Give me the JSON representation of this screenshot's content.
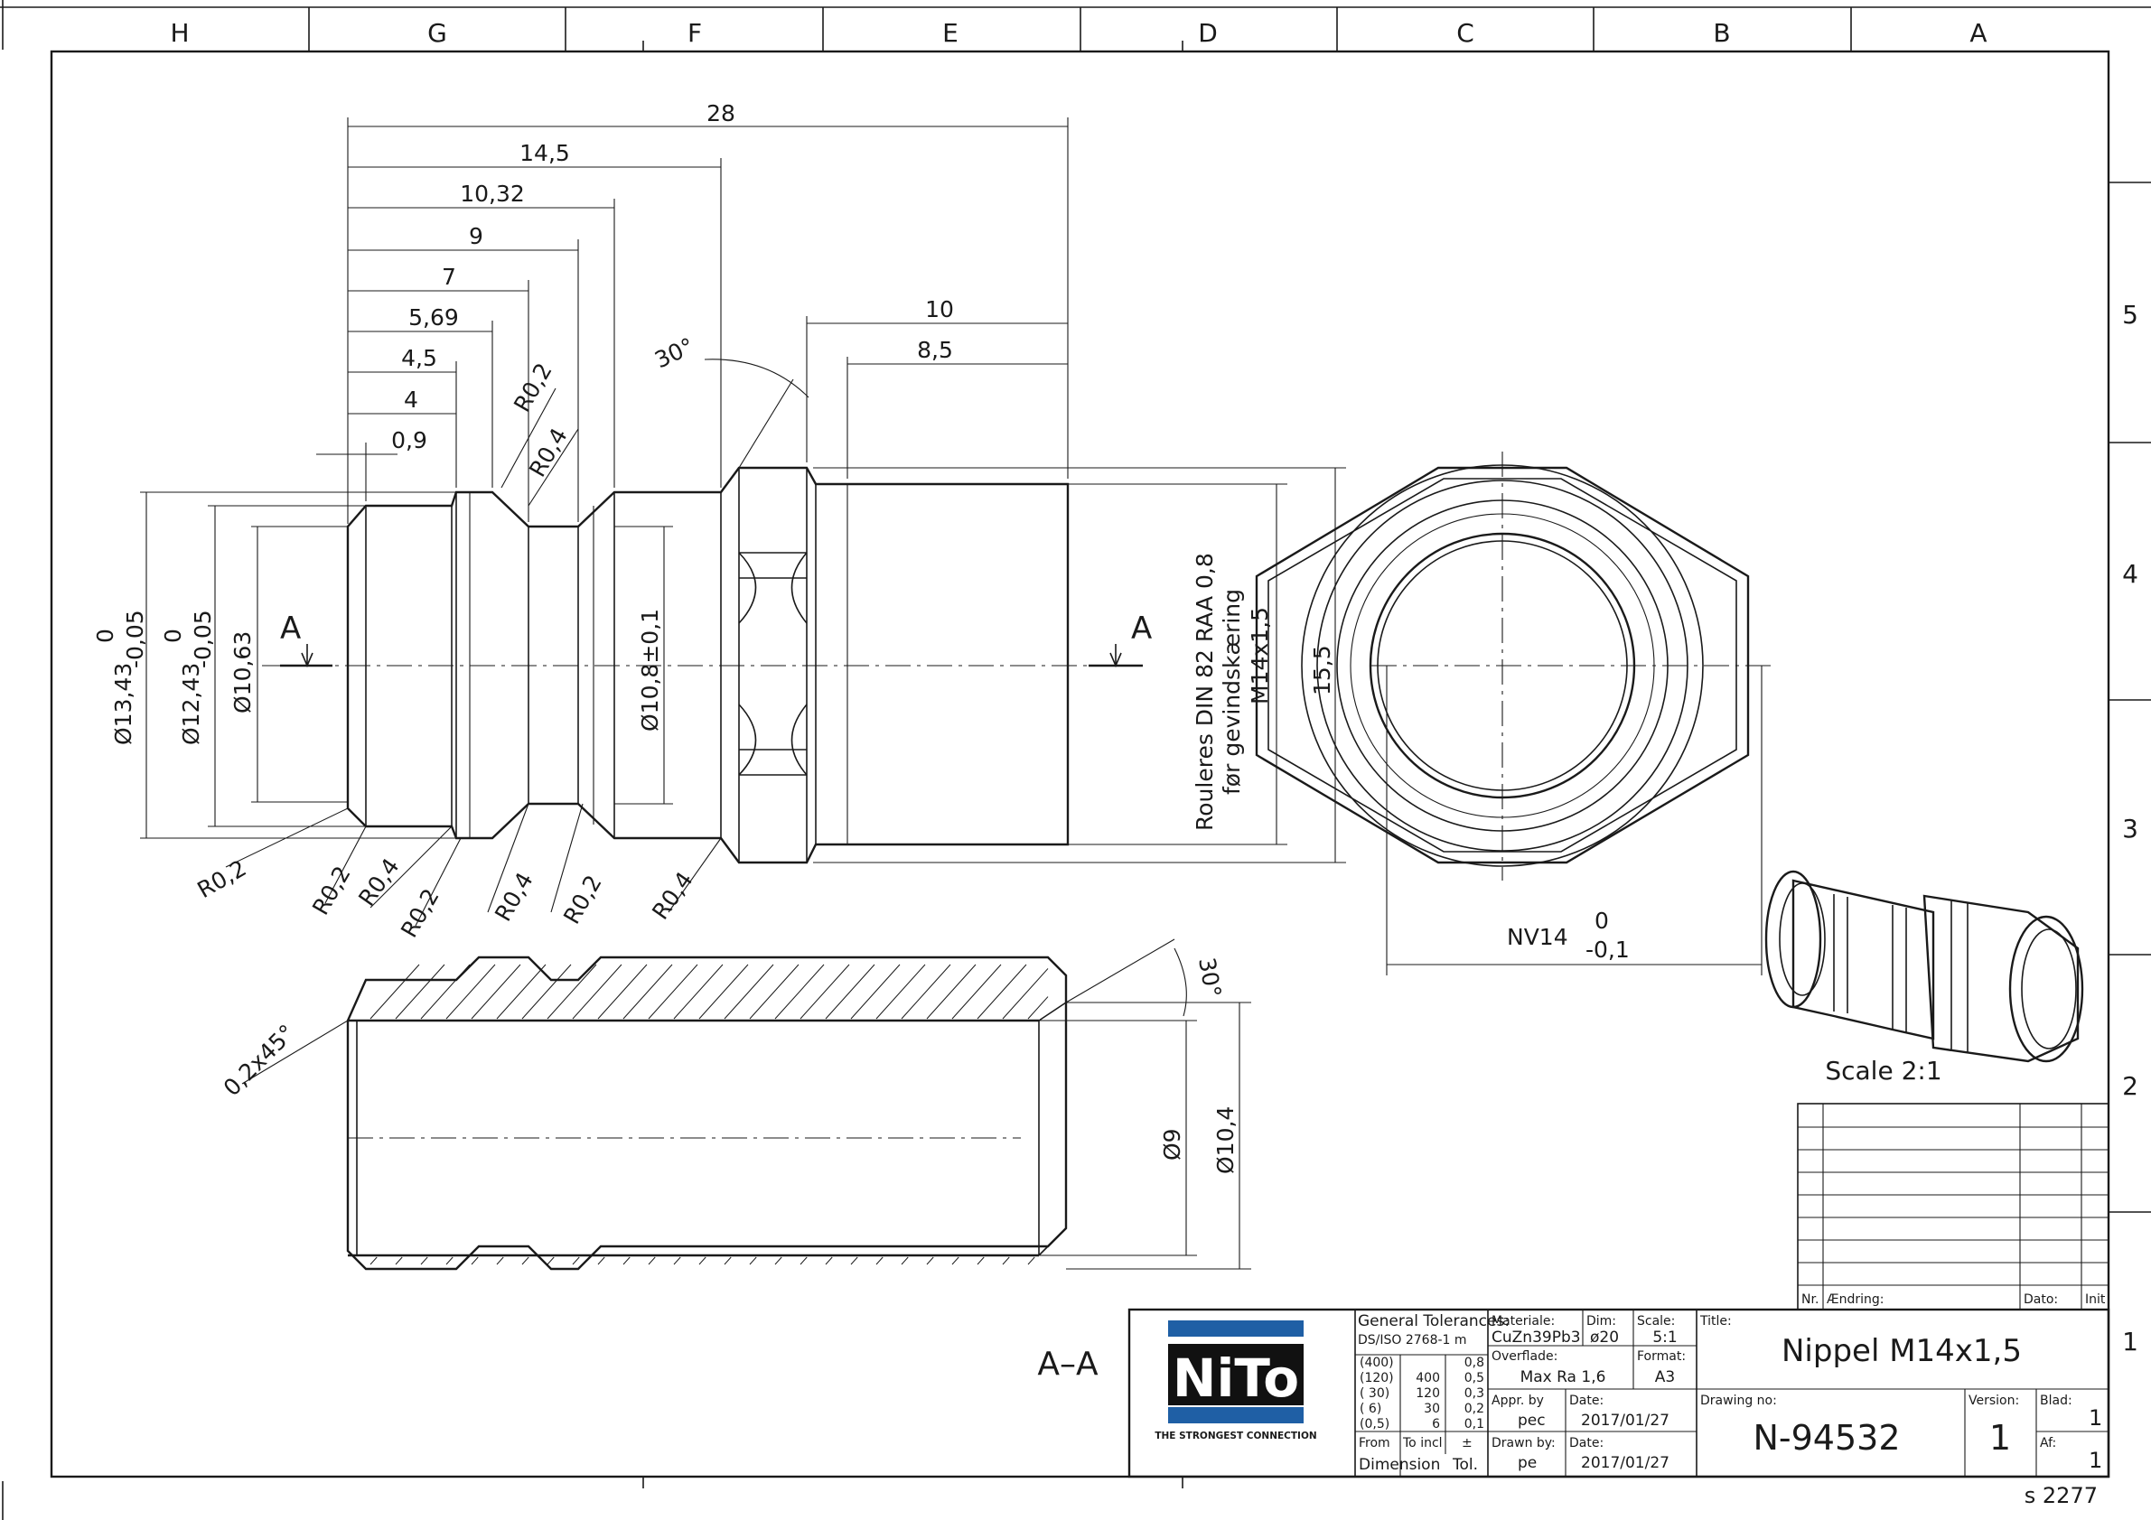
{
  "sheet": {
    "grid_columns": [
      "H",
      "G",
      "F",
      "E",
      "D",
      "C",
      "B",
      "A"
    ],
    "grid_rows": [
      "5",
      "4",
      "3",
      "2",
      "1"
    ],
    "sheet_code": "s 2277"
  },
  "side_view": {
    "dimensions_horizontal": [
      "28",
      "14,5",
      "10,32",
      "9",
      "7",
      "5,69",
      "4,5",
      "4",
      "0,9",
      "10",
      "8,5"
    ],
    "angle": "30°",
    "radii_top": [
      "R0,2",
      "R0,4"
    ],
    "radii_bottom": [
      "R0,2",
      "R0,2",
      "R0,4",
      "R0,2",
      "R0,4",
      "R0,2",
      "R0,4"
    ],
    "dia_13": "Ø13,43",
    "dia_13_tol_upper": "0",
    "dia_13_tol_lower": "-0,05",
    "dia_12": "Ø12,43",
    "dia_12_tol_upper": "0",
    "dia_12_tol_lower": "-0,05",
    "dia_10_63": "Ø10,63",
    "dia_10_8": "Ø10,8±0,1",
    "dia_15_5": "15,5",
    "section_marker": "A",
    "note_line1": "Rouleres DIN 82 RAA 0,8",
    "note_line2": "før gevindskæring",
    "note_line3": "M14x1,5"
  },
  "end_view": {
    "nv_label": "NV14",
    "nv_tol_upper": "0",
    "nv_tol_lower": "-0,1"
  },
  "iso_view": {
    "scale_label": "Scale 2:1"
  },
  "section_view": {
    "chamfer": "0,2x45°",
    "angle": "30°",
    "dia_9": "Ø9",
    "dia_10_4": "Ø10,4",
    "label": "A–A"
  },
  "revision_table": {
    "col_nr": "Nr.",
    "col_change": "Ændring:",
    "col_date": "Dato:",
    "col_init": "Init"
  },
  "title_block": {
    "logo_text": "NiTo",
    "logo_tagline": "THE STRONGEST CONNECTION",
    "gen_tol_label": "General Tolerances:",
    "gen_tol_std": "DS/ISO 2768-1 m",
    "tol_rows": [
      {
        "from": "(400)",
        "to": "",
        "tol": "0,8"
      },
      {
        "from": "(120)",
        "to": "400",
        "tol": "0,5"
      },
      {
        "from": "( 30)",
        "to": "120",
        "tol": "0,3"
      },
      {
        "from": "( 6)",
        "to": "30",
        "tol": "0,2"
      },
      {
        "from": "(0,5)",
        "to": "6",
        "tol": "0,1"
      }
    ],
    "from_label": "From",
    "to_label": "To incl",
    "pm_label": "±",
    "dimension_label": "Dimension",
    "tol_label": "Tol.",
    "material_label": "Materiale:",
    "material": "CuZn39Pb3",
    "dim_label": "Dim:",
    "dim": "ø20",
    "scale_label": "Scale:",
    "scale": "5:1",
    "surface_label": "Overflade:",
    "surface": "Max Ra 1,6",
    "format_label": "Format:",
    "format": "A3",
    "appr_label": "Appr. by",
    "appr": "pec",
    "date_label": "Date:",
    "appr_date": "2017/01/27",
    "drawn_label": "Drawn by:",
    "drawn": "pe",
    "drawn_date": "2017/01/27",
    "title_label": "Title:",
    "title": "Nippel M14x1,5",
    "drawing_no_label": "Drawing no:",
    "drawing_no": "N-94532",
    "version_label": "Version:",
    "version": "1",
    "blad_label": "Blad:",
    "blad": "1",
    "af_label": "Af:",
    "af": "1"
  },
  "colors": {
    "ink": "#1a1a1a",
    "logo_blue": "#1f5fa5",
    "logo_black": "#111111"
  }
}
